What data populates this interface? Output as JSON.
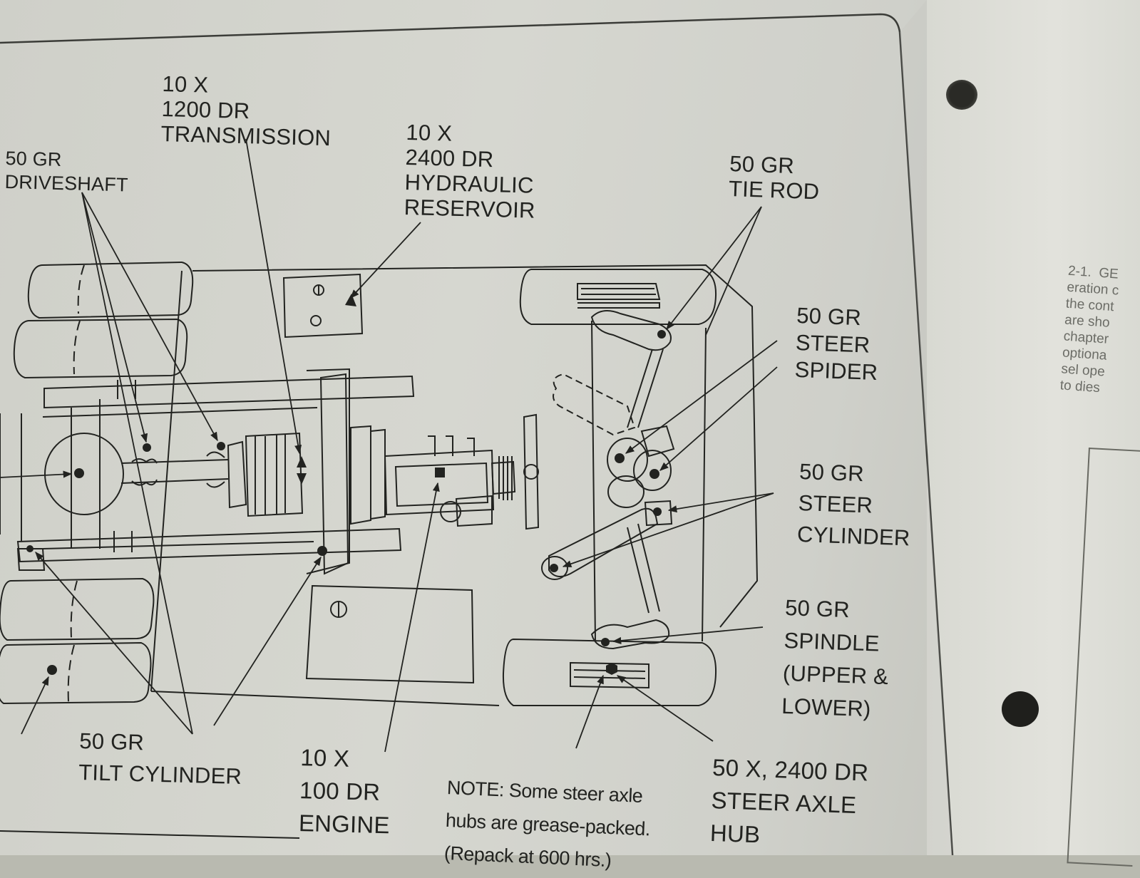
{
  "labels": {
    "transmission": [
      "10 X",
      "1200 DR",
      "TRANSMISSION"
    ],
    "driveshaft": [
      "50 GR",
      "DRIVESHAFT"
    ],
    "hydraulic_reservoir": [
      "10 X",
      "2400 DR",
      "HYDRAULIC",
      "RESERVOIR"
    ],
    "tie_rod": [
      "50 GR",
      "TIE ROD"
    ],
    "steer_spider": [
      "50 GR",
      "STEER",
      "SPIDER"
    ],
    "steer_cylinder": [
      "50 GR",
      "STEER",
      "CYLINDER"
    ],
    "spindle": [
      "50 GR",
      "SPINDLE",
      "(UPPER &",
      "LOWER)"
    ],
    "tilt_cylinder": [
      "50 GR",
      "TILT CYLINDER"
    ],
    "engine": [
      "10 X",
      "100 DR",
      "ENGINE"
    ],
    "steer_axle_hub": [
      "50 X, 2400 DR",
      "STEER AXLE",
      "HUB"
    ]
  },
  "note": [
    "NOTE: Some steer axle",
    "hubs are grease-packed.",
    "(Repack at 600 hrs.)"
  ],
  "next_page_text": [
    "2-1.  GE",
    "eration c",
    "the cont",
    "are sho",
    "chapter",
    "optiona",
    "sel ope",
    "to dies"
  ],
  "symbols": {
    "grease_fitting": "dot-icon",
    "drain_refill": "triangle-icon",
    "check_level": "square-icon",
    "hub": "hexagon-icon"
  },
  "colors": {
    "ink": "#222320",
    "paper": "#d6d7d0"
  }
}
